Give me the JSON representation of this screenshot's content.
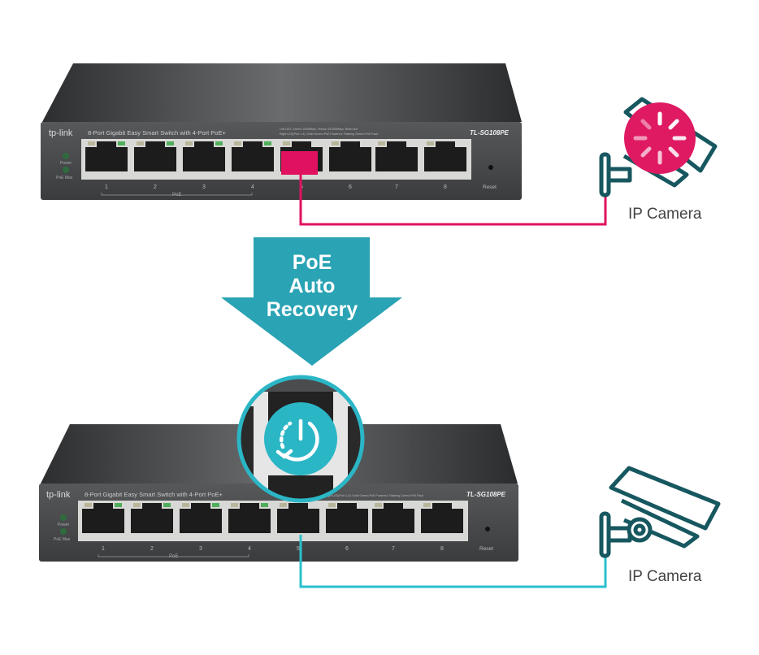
{
  "colors": {
    "fault": "#e0115f",
    "recovery": "#2bb6c6",
    "camera_outline": "#17575f",
    "switch_body": "#3a3c3e"
  },
  "switch": {
    "brand": "tp-link",
    "description": "8-Port Gigabit Easy Smart Switch with 4-Port PoE+",
    "model": "TL-SG108PE",
    "led_legend_line1": "Left LED: Green=1000Mbps, Yellow=10/100Mbps, Blink=Act",
    "led_legend_line2": "Right LED(Port 1-4): Solid Green=PoE Powered, Flashing Green=PoE Fault",
    "power_label": "Power",
    "poe_max_label": "PoE Max",
    "poe_group_label": "PoE",
    "reset_label": "Reset",
    "ports": [
      "1",
      "2",
      "3",
      "4",
      "5",
      "6",
      "7",
      "8"
    ]
  },
  "arrow": {
    "line1": "PoE",
    "line2": "Auto",
    "line3": "Recovery"
  },
  "top_camera": {
    "label": "IP Camera",
    "state_icon": "loading-spinner-icon"
  },
  "bottom_camera": {
    "label": "IP Camera"
  },
  "recovery_icon": "power-restart-icon"
}
